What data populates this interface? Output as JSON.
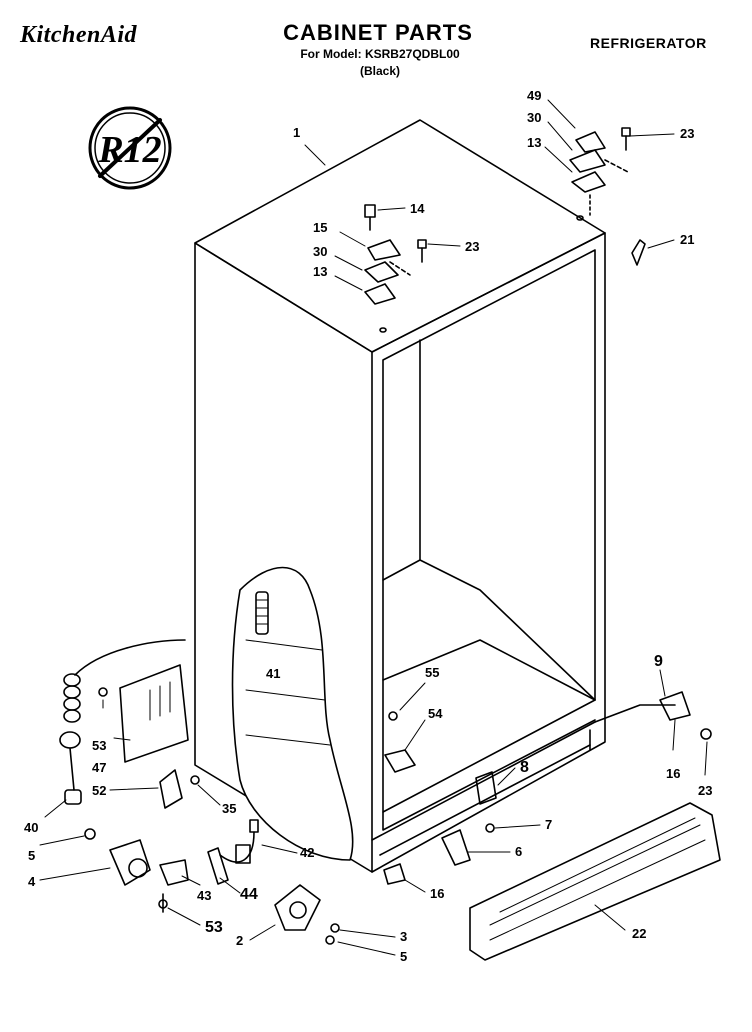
{
  "header": {
    "brand": "KitchenAid",
    "title": "CABINET PARTS",
    "model": "For Model: KSRB27QDBL00",
    "color": "(Black)",
    "product": "REFRIGERATOR"
  },
  "badge": {
    "text": "R12"
  },
  "callouts": {
    "c1": "1",
    "c49": "49",
    "c30a": "30",
    "c13a": "13",
    "c23a": "23",
    "c14": "14",
    "c15": "15",
    "c30b": "30",
    "c23b": "23",
    "c13b": "13",
    "c21": "21",
    "c41": "41",
    "c55": "55",
    "c54": "54",
    "c9": "9",
    "c16a": "16",
    "c23c": "23",
    "c8": "8",
    "c53a": "53",
    "c47": "47",
    "c52": "52",
    "c35": "35",
    "c40": "40",
    "c5a": "5",
    "c4": "4",
    "c42": "42",
    "c7": "7",
    "c6": "6",
    "c43": "43",
    "c44": "44",
    "c16b": "16",
    "c22": "22",
    "c53b": "53",
    "c3": "3",
    "c2": "2",
    "c5b": "5"
  }
}
